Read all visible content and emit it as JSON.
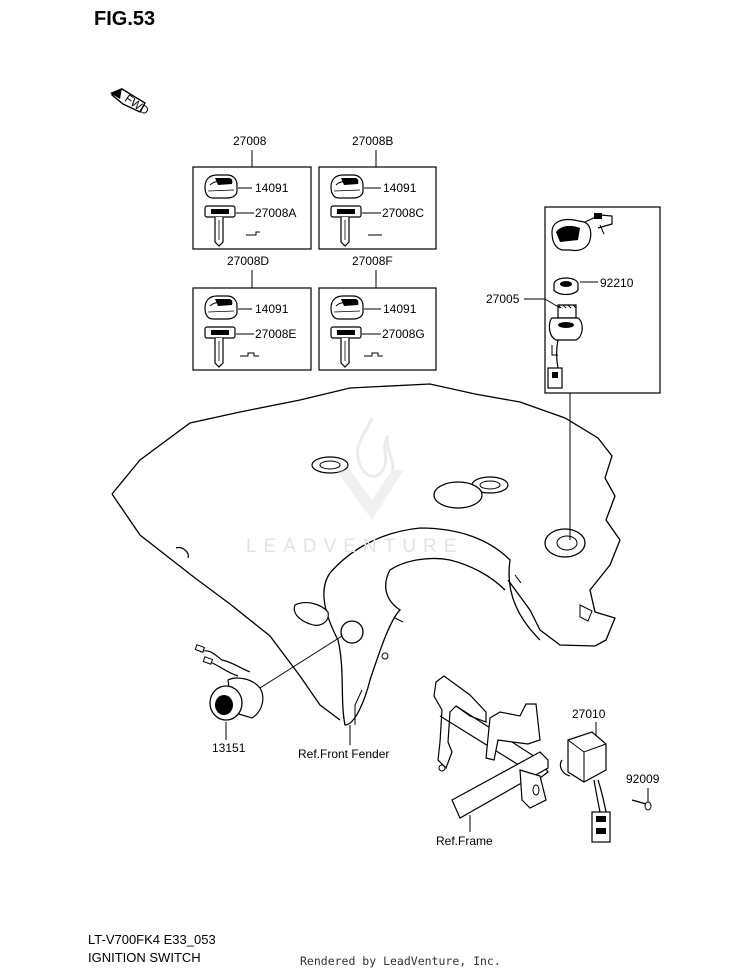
{
  "figure": {
    "title": "FIG.53",
    "model_code": "LT-V700FK4 E33_053",
    "section_title": "IGNITION SWITCH",
    "credit": "Rendered by LeadVenture, Inc.",
    "watermark": "LEADVENTURE",
    "direction_badge": "FWD"
  },
  "key_sets": [
    {
      "part": "27008",
      "top_part": "14091",
      "key_part": "27008A"
    },
    {
      "part": "27008B",
      "top_part": "14091",
      "key_part": "27008C"
    },
    {
      "part": "27008D",
      "top_part": "14091",
      "key_part": "27008E"
    },
    {
      "part": "27008F",
      "top_part": "14091",
      "key_part": "27008G"
    }
  ],
  "switch_assembly": {
    "part": "27005",
    "nut_part": "92210"
  },
  "callouts": {
    "horn_button": "13151",
    "front_fender_ref": "Ref.Front Fender",
    "relay_part": "27010",
    "screw_part": "92009",
    "frame_ref": "Ref.Frame"
  },
  "icons": [
    "fwd-arrow-icon",
    "leadventure-watermark-icon"
  ]
}
